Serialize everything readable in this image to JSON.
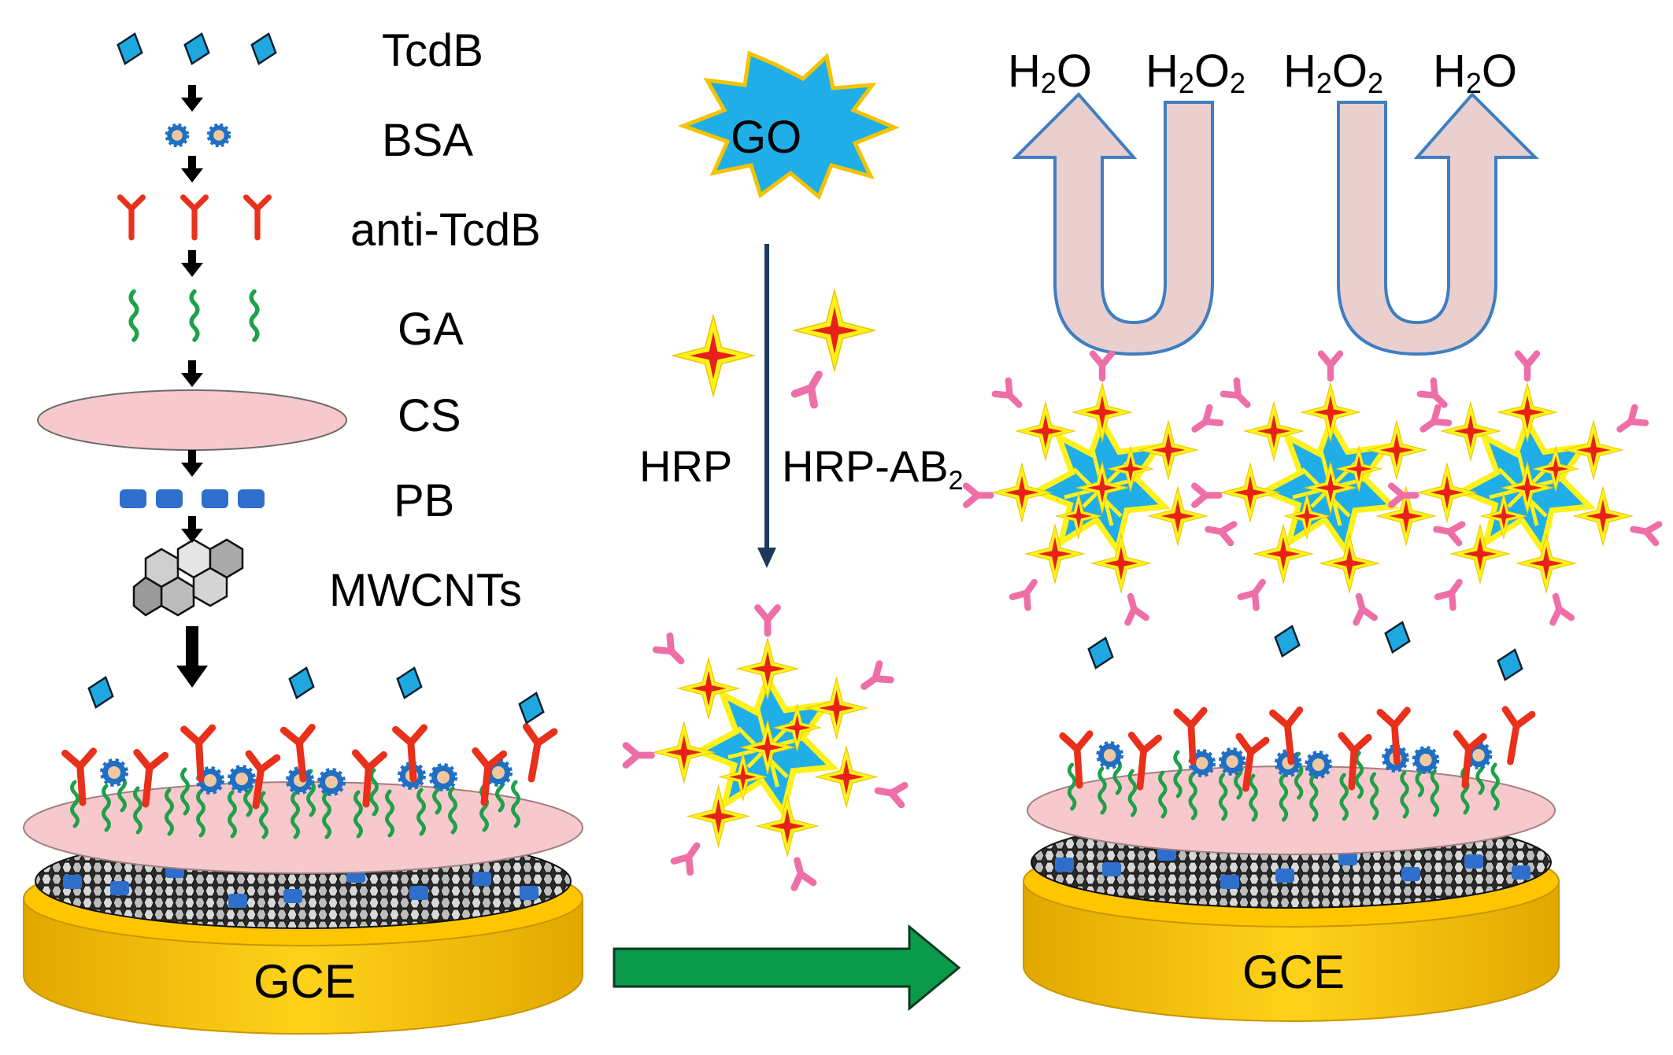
{
  "labels": {
    "tcdb": "TcdB",
    "bsa": "BSA",
    "anti_tcdb": "anti-TcdB",
    "ga": "GA",
    "cs": "CS",
    "pb": "PB",
    "mwcnts": "MWCNTs",
    "go": "GO",
    "hrp": "HRP",
    "hrp_ab": "HRP-AB",
    "hrp_ab_sub": "2",
    "gce_left": "GCE",
    "gce_right": "GCE",
    "h2o_a": "H",
    "h2o_a_sub": "2",
    "h2o_a_rest": "O",
    "h2o2_a": "H",
    "h2o2_a_sub1": "2",
    "h2o2_a_mid": "O",
    "h2o2_a_sub2": "2",
    "h2o2_b": "H",
    "h2o2_b_sub1": "2",
    "h2o2_b_mid": "O",
    "h2o2_b_sub2": "2",
    "h2o_b": "H",
    "h2o_b_sub": "2",
    "h2o_b_rest": "O"
  },
  "colors": {
    "gold": "#FFC600",
    "gold_edge": "#C89600",
    "pink_disk": "#F7C9CC",
    "antibody_red": "#E8301A",
    "bsa_blue": "#1F6FC4",
    "ga_green": "#1FA04A",
    "pb_blue": "#2E6FCB",
    "tcdb_blue": "#1FA8E0",
    "go_blue": "#1FAEE8",
    "star_yellow": "#FFF21A",
    "star_red": "#E8201A",
    "hrp_pink": "#EE6FA8",
    "flow_green": "#0A9A4A",
    "recycle_arrow_fill": "#EACFCF",
    "recycle_arrow_edge": "#3F7EC2",
    "navy": "#1D3A5A"
  }
}
